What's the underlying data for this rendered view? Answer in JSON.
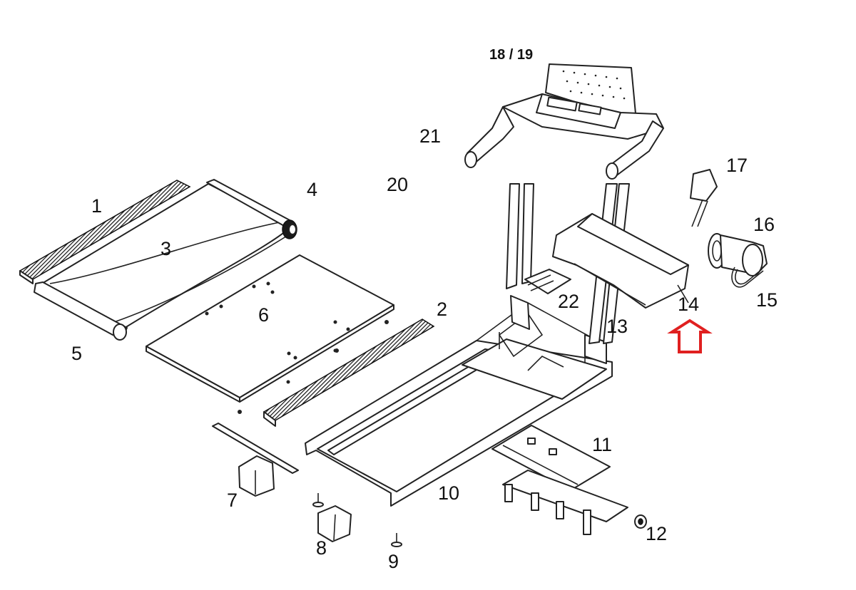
{
  "diagram": {
    "labels": {
      "p1": "1",
      "p2": "2",
      "p3": "3",
      "p4": "4",
      "p5": "5",
      "p6": "6",
      "p7": "7",
      "p8": "8",
      "p9": "9",
      "p10": "10",
      "p11": "11",
      "p12": "12",
      "p13": "13",
      "p14": "14",
      "p15": "15",
      "p16": "16",
      "p17": "17",
      "p1819": "18 / 19",
      "p20": "20",
      "p21": "21",
      "p22": "22"
    },
    "colors": {
      "line": "#222222",
      "highlight_arrow": "#e02020",
      "background": "#ffffff"
    },
    "highlighted_part": "14"
  }
}
